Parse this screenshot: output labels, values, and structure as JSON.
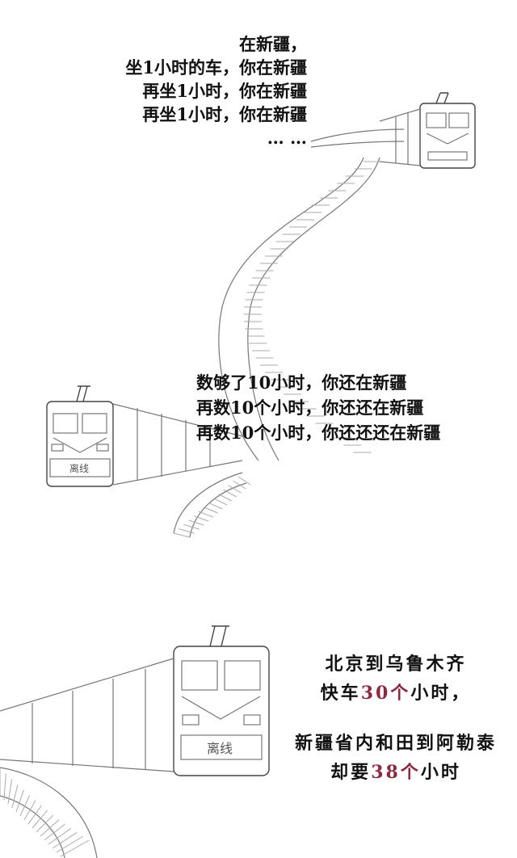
{
  "block1": {
    "lines": [
      "在新疆，",
      "坐1小时的车，你在新疆",
      "再坐1小时，你在新疆",
      "再坐1小时，你在新疆",
      "… …"
    ]
  },
  "block2": {
    "lines": [
      "数够了10小时，你还在新疆",
      "再数10个小时，你还还在新疆",
      "再数10个小时，你还还还在新疆"
    ]
  },
  "block3": {
    "line1": "北京到乌鲁木齐",
    "line2_pre": "快车",
    "line2_hl": "30个",
    "line2_post": "小时，",
    "line3": "新疆省内和田到阿勒泰",
    "line4_pre": "却要",
    "line4_hl": "38个",
    "line4_post": "小时",
    "highlight_color": "#8b2a3e"
  },
  "train_sign": "离线"
}
